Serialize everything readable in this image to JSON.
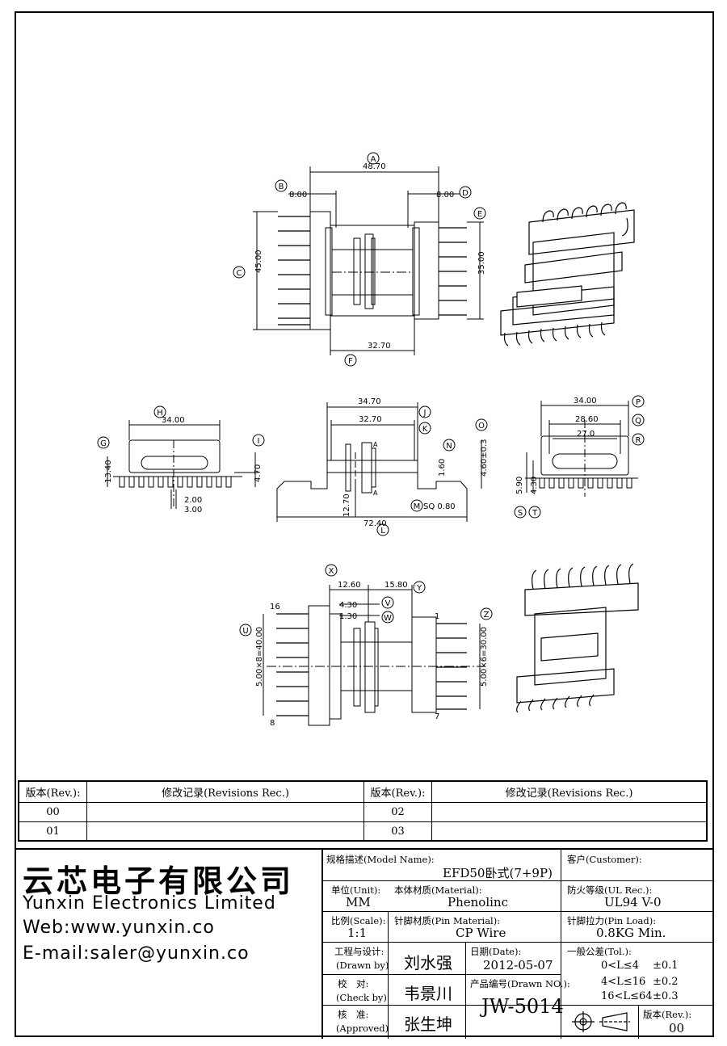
{
  "drawing": {
    "top_view": {
      "dims": {
        "overall_width": "48.70",
        "left_offset": "8.00",
        "right_offset": "8.00",
        "height_left": "45.00",
        "height_right": "35.00",
        "bottom_width": "32.70"
      },
      "markers": [
        "A",
        "B",
        "C",
        "D",
        "E",
        "F"
      ]
    },
    "side_view_left": {
      "dims": {
        "width": "34.00",
        "height": "13.40",
        "pin_offset": "4.70",
        "pitch_a": "2.00",
        "pitch_b": "3.00"
      },
      "markers": [
        "G",
        "H",
        "I"
      ]
    },
    "side_view_center": {
      "dims": {
        "top_width": "34.70",
        "inner_width": "32.70",
        "height_total": "4.60±0.3",
        "flange": "1.60",
        "pin_span": "12.70",
        "overall": "72.40",
        "pin_sq": "SQ 0.80"
      },
      "section_marks": [
        "A",
        "A"
      ],
      "markers": [
        "J",
        "K",
        "L",
        "M",
        "N",
        "O"
      ]
    },
    "side_view_right": {
      "dims": {
        "width": "34.00",
        "inner_a": "28.60",
        "inner_b": "27.0",
        "height_a": "5.90",
        "height_b": "4.30"
      },
      "markers": [
        "P",
        "Q",
        "R",
        "S",
        "T"
      ]
    },
    "bottom_view": {
      "dims": {
        "left_depth": "12.60",
        "right_depth": "15.80",
        "gap_a": "4.30",
        "gap_b": "1.30",
        "left_pitch": "5.00×8=40.00",
        "right_pitch": "5.00×6=30.00"
      },
      "pin_numbers": [
        "16",
        "8",
        "1",
        "7"
      ],
      "markers": [
        "U",
        "V",
        "W",
        "X",
        "Y",
        "Z"
      ]
    }
  },
  "revision_table": {
    "headers": [
      "版本(Rev.):",
      "修改记录(Revisions Rec.)",
      "版本(Rev.):",
      "修改记录(Revisions Rec.)"
    ],
    "rows": [
      {
        "rev_a": "00",
        "rec_a": "",
        "rev_b": "02",
        "rec_b": ""
      },
      {
        "rev_a": "01",
        "rec_a": "",
        "rev_b": "03",
        "rec_b": ""
      }
    ]
  },
  "company": {
    "name_cn": "云芯电子有限公司",
    "name_en": "Yunxin Electronics Limited",
    "web": "Web:www.yunxin.co",
    "email": "E-mail:saler@yunxin.co"
  },
  "title_block": {
    "model_name_label": "规格描述(Model Name):",
    "model_name": "EFD50卧式(7+9P)",
    "customer_label": "客户(Customer):",
    "customer": "",
    "unit_label": "单位(Unit):",
    "unit": "MM",
    "material_label": "本体材质(Material):",
    "material": "Phenolinc",
    "ul_label": "防火等级(UL Rec.):",
    "ul": "UL94 V-0",
    "scale_label": "比例(Scale):",
    "scale": "1:1",
    "pin_material_label": "针脚材质(Pin Material):",
    "pin_material": "CP Wire",
    "pin_load_label": "针脚拉力(Pin Load):",
    "pin_load": "0.8KG Min.",
    "drawn_by_label_cn": "工程与设计:",
    "drawn_by_label_en": "(Drawn by)",
    "drawn_by": "刘水强",
    "date_label": "日期(Date):",
    "date": "2012-05-07",
    "tol_label": "一般公差(Tol.):",
    "tolerances": [
      {
        "range": "0<L≤4",
        "value": "±0.1"
      },
      {
        "range": "4<L≤16",
        "value": "±0.2"
      },
      {
        "range": "16<L≤64",
        "value": "±0.3"
      }
    ],
    "check_by_label_cn": "校　对:",
    "check_by_label_en": "(Check by)",
    "check_by": "韦景川",
    "drawn_no_label": "产品编号(Drawn NO.):",
    "drawn_no": "JW-5014",
    "approved_label_cn": "核　准:",
    "approved_label_en": "(Approved)",
    "approved_by": "张生坤",
    "rev_label": "版本(Rev.):",
    "rev": "00"
  }
}
